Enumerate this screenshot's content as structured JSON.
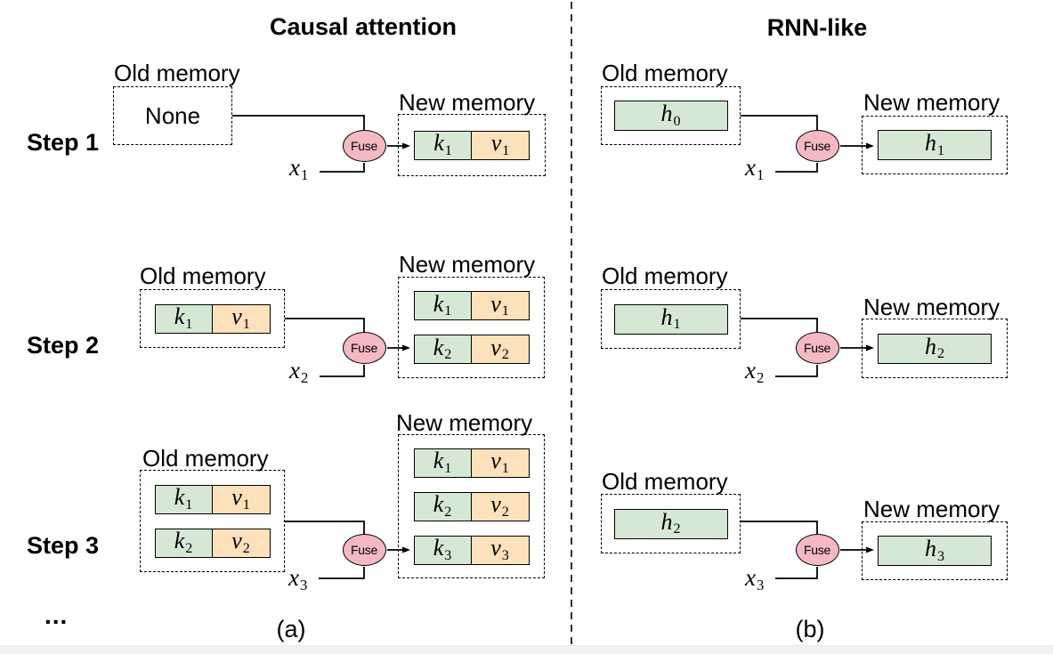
{
  "figure": {
    "fuse_label": "Fuse",
    "colors": {
      "key_fill": "#d5e8d4",
      "value_fill": "#fce1bb",
      "state_fill": "#d5e8d4",
      "fuse_fill": "#f5b9c1",
      "line": "#000000"
    },
    "left": {
      "title": "Causal attention",
      "caption": "(a)",
      "ellipsis": "...",
      "steps": [
        {
          "label": "Step 1",
          "input": {
            "base": "x",
            "sub": "1"
          },
          "old": {
            "label": "Old memory",
            "empty_text": "None",
            "pairs": []
          },
          "new": {
            "label": "New memory",
            "pairs": [
              [
                {
                  "base": "k",
                  "sub": "1"
                },
                {
                  "base": "v",
                  "sub": "1"
                }
              ]
            ]
          }
        },
        {
          "label": "Step 2",
          "input": {
            "base": "x",
            "sub": "2"
          },
          "old": {
            "label": "Old memory",
            "pairs": [
              [
                {
                  "base": "k",
                  "sub": "1"
                },
                {
                  "base": "v",
                  "sub": "1"
                }
              ]
            ]
          },
          "new": {
            "label": "New memory",
            "pairs": [
              [
                {
                  "base": "k",
                  "sub": "1"
                },
                {
                  "base": "v",
                  "sub": "1"
                }
              ],
              [
                {
                  "base": "k",
                  "sub": "2"
                },
                {
                  "base": "v",
                  "sub": "2"
                }
              ]
            ]
          }
        },
        {
          "label": "Step 3",
          "input": {
            "base": "x",
            "sub": "3"
          },
          "old": {
            "label": "Old memory",
            "pairs": [
              [
                {
                  "base": "k",
                  "sub": "1"
                },
                {
                  "base": "v",
                  "sub": "1"
                }
              ],
              [
                {
                  "base": "k",
                  "sub": "2"
                },
                {
                  "base": "v",
                  "sub": "2"
                }
              ]
            ]
          },
          "new": {
            "label": "New memory",
            "pairs": [
              [
                {
                  "base": "k",
                  "sub": "1"
                },
                {
                  "base": "v",
                  "sub": "1"
                }
              ],
              [
                {
                  "base": "k",
                  "sub": "2"
                },
                {
                  "base": "v",
                  "sub": "2"
                }
              ],
              [
                {
                  "base": "k",
                  "sub": "3"
                },
                {
                  "base": "v",
                  "sub": "3"
                }
              ]
            ]
          }
        }
      ]
    },
    "right": {
      "title": "RNN-like",
      "caption": "(b)",
      "steps": [
        {
          "input": {
            "base": "x",
            "sub": "1"
          },
          "old": {
            "label": "Old memory",
            "state": {
              "base": "h",
              "sub": "0"
            }
          },
          "new": {
            "label": "New memory",
            "state": {
              "base": "h",
              "sub": "1"
            }
          }
        },
        {
          "input": {
            "base": "x",
            "sub": "2"
          },
          "old": {
            "label": "Old memory",
            "state": {
              "base": "h",
              "sub": "1"
            }
          },
          "new": {
            "label": "New memory",
            "state": {
              "base": "h",
              "sub": "2"
            }
          }
        },
        {
          "input": {
            "base": "x",
            "sub": "3"
          },
          "old": {
            "label": "Old memory",
            "state": {
              "base": "h",
              "sub": "2"
            }
          },
          "new": {
            "label": "New memory",
            "state": {
              "base": "h",
              "sub": "3"
            }
          }
        }
      ]
    }
  }
}
